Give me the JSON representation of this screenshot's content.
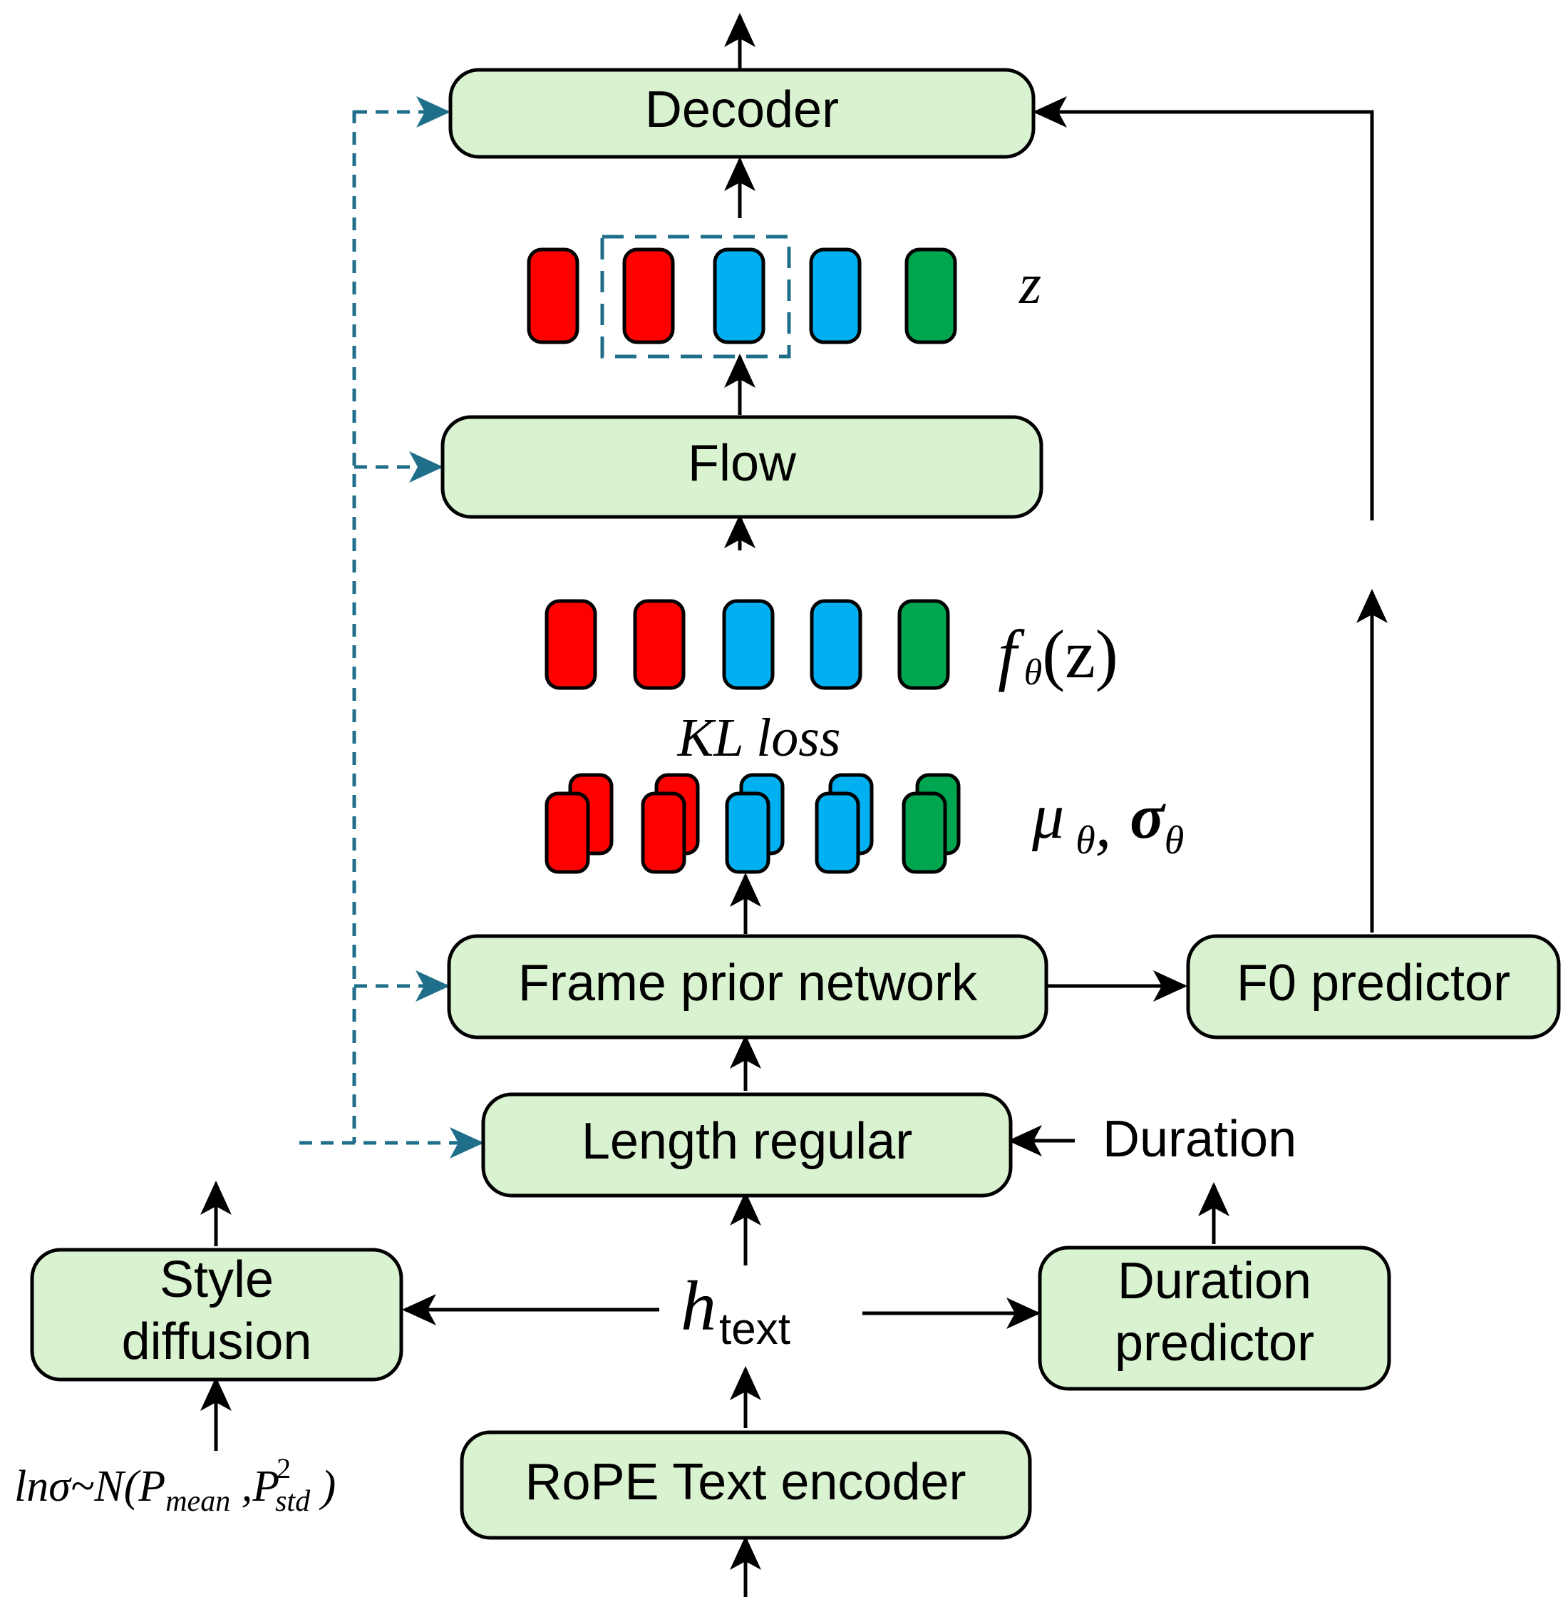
{
  "colors": {
    "box_fill": "#d9f2d0",
    "token_red": "#ff0000",
    "token_blue": "#00b0f0",
    "token_green": "#00a550",
    "dashed": "#1f6f8b"
  },
  "boxes": {
    "decoder": "Decoder",
    "flow": "Flow",
    "frame_prior": "Frame prior network",
    "f0_predictor": "F0 predictor",
    "length_regular": "Length regular",
    "style_diffusion_line1": "Style",
    "style_diffusion_line2": "diffusion",
    "duration_predictor_line1": "Duration",
    "duration_predictor_line2": "predictor",
    "rope_encoder": "RoPE Text encoder"
  },
  "labels": {
    "z": "z",
    "f_theta_f": "f",
    "f_theta_sub": "θ",
    "f_theta_arg": "(z)",
    "kl_loss": "KL loss",
    "mu": "μ",
    "mu_sub": "θ",
    "comma": ",",
    "sigma": "σ",
    "sigma_sub": "θ",
    "duration": "Duration",
    "h_main": "h",
    "h_sub": "text",
    "noise_prefix": "lnσ~N(P",
    "noise_mean": "mean",
    "noise_mid": " ,P",
    "noise_sup": "2",
    "noise_std": "std",
    "noise_suffix": " )"
  },
  "token_rows": {
    "z": [
      "red",
      "red",
      "blue",
      "blue",
      "green"
    ],
    "f_theta": [
      "red",
      "red",
      "blue",
      "blue",
      "green"
    ],
    "mu_sigma": [
      "red",
      "red",
      "blue",
      "blue",
      "green"
    ]
  }
}
